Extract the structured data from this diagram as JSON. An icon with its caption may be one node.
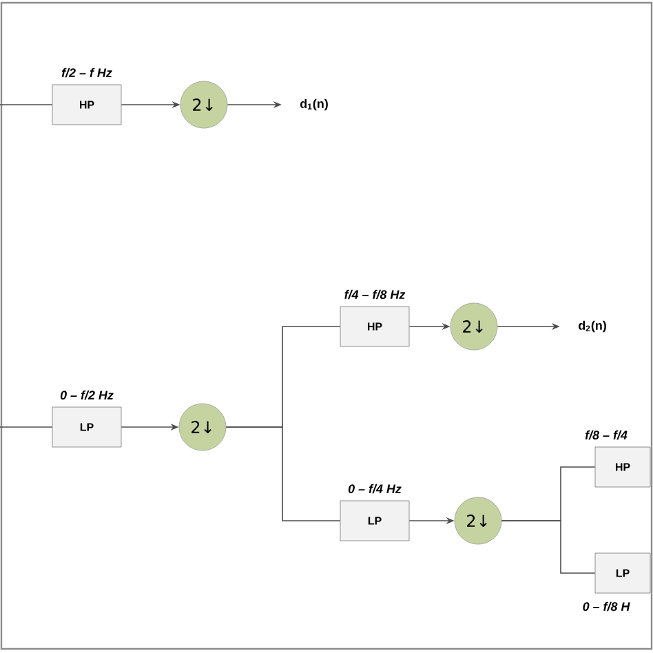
{
  "diagram": {
    "nodes": [
      {
        "text": [
          "HP"
        ],
        "beside": [
          "f/2 – f Hz"
        ]
      },
      {
        "text": [
          "2↓"
        ]
      },
      {
        "text": [
          "d$_{1}$(n)"
        ]
      },
      {
        "text": [
          "LP"
        ],
        "beside": [
          "0 – f/2 Hz"
        ]
      },
      {
        "text": [
          "2↓"
        ]
      },
      {
        "text": [
          "HP"
        ],
        "beside": [
          "f/4 – f/8 Hz"
        ]
      },
      {
        "text": [
          "2↓"
        ]
      },
      {
        "text": [
          "d$_{2}$(n)"
        ]
      },
      {
        "text": [
          "LP"
        ],
        "beside": [
          "0 – f/4 Hz"
        ]
      },
      {
        "text": [
          "2↓"
        ]
      },
      {
        "text": [
          "HP"
        ],
        "beside": [
          "f/8 – f/4"
        ]
      },
      {
        "text": [
          "LP"
        ],
        "beside": [
          "0 – f/8 H"
        ]
      }
    ],
    "edges": [
      {
        "from": null,
        "to": 0,
        "arrow": "none"
      },
      {
        "from": 0,
        "to": 1,
        "arrow": "to"
      },
      {
        "from": 1,
        "to": 2,
        "arrow": "to"
      },
      {
        "from": null,
        "to": 3,
        "arrow": "none"
      },
      {
        "from": 3,
        "to": 4,
        "arrow": "to"
      },
      {
        "from": 4,
        "to": 5,
        "arrow": "none"
      },
      {
        "from": 4,
        "to": 8,
        "arrow": "none"
      },
      {
        "from": 5,
        "to": 6,
        "arrow": "to"
      },
      {
        "from": 6,
        "to": 7,
        "arrow": "to"
      },
      {
        "from": 8,
        "to": 9,
        "arrow": "to"
      },
      {
        "from": 9,
        "to": 10,
        "arrow": "none"
      },
      {
        "from": 9,
        "to": 11,
        "arrow": "none"
      }
    ]
  }
}
